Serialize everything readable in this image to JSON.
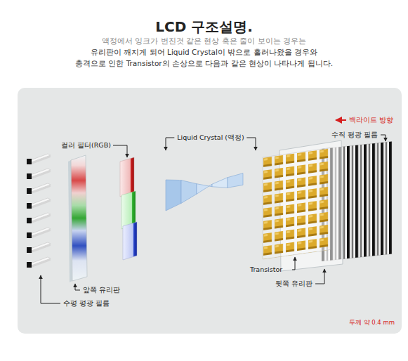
{
  "diagram": {
    "title": "LCD 구조설명.",
    "labels": [
      "액정에서 잉크가 번진것 같은 현상 혹은 줄이 보이는 경우는",
      "유리판이 깨지게 되어 Liquid Crystal이 밖으로 흘러나왔을 경우와",
      "충격으로 인한 Transistor의 손상으로 다음과 같은 현상이 나타나게 됩니다.",
      "백라이트 방향",
      "수직 평광 필름",
      "컬러 필터(RGB)",
      "Liquid Crystal (액정)",
      "Transistor",
      "뒷쪽 유리판",
      "앞쪽 유리판",
      "수평 평광 필름",
      "두께 약 0.4 mm"
    ]
  }
}
